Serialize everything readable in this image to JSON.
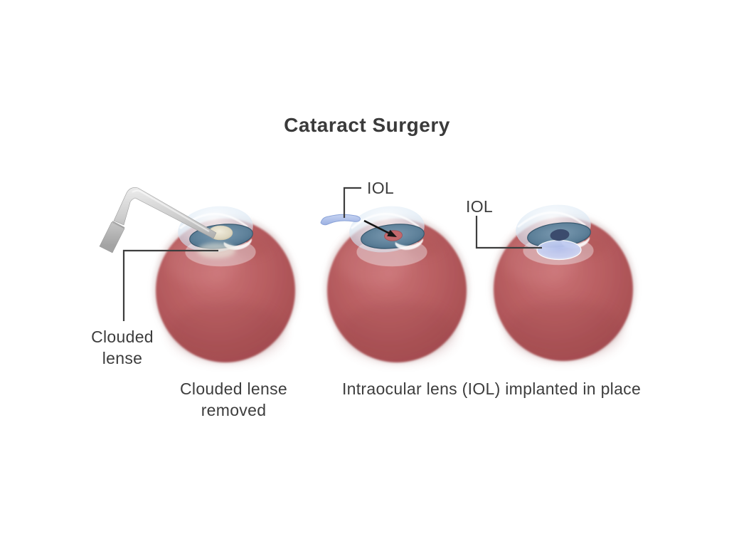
{
  "title": "Cataract Surgery",
  "steps": [
    {
      "id": "clouded-lens-removal",
      "label": "Clouded lense",
      "caption": "Clouded lense removed"
    },
    {
      "id": "iol-insertion",
      "label": "IOL",
      "caption": "Intraocular lens (IOL) implanted in place"
    },
    {
      "id": "iol-implanted",
      "label": "IOL"
    }
  ],
  "colors": {
    "text": "#3d3d3d",
    "connector_line": "#3d3d3d",
    "arrow_black": "#151515",
    "eyeball_red": "#b25a5d",
    "eyeball_red_dark": "#9c474b",
    "iris_blue": "#5d8099",
    "iris_rim": "#39596f",
    "pupil_navy": "#3b4b6d",
    "capsule_opening_red": "#c2686c",
    "iol_lens_blue": "#aec0ea",
    "clouded_lens_cream": "#e0dac6",
    "cornea_dome_blue": "#d6e6f3",
    "tool_gray": "#d6d6d6"
  }
}
